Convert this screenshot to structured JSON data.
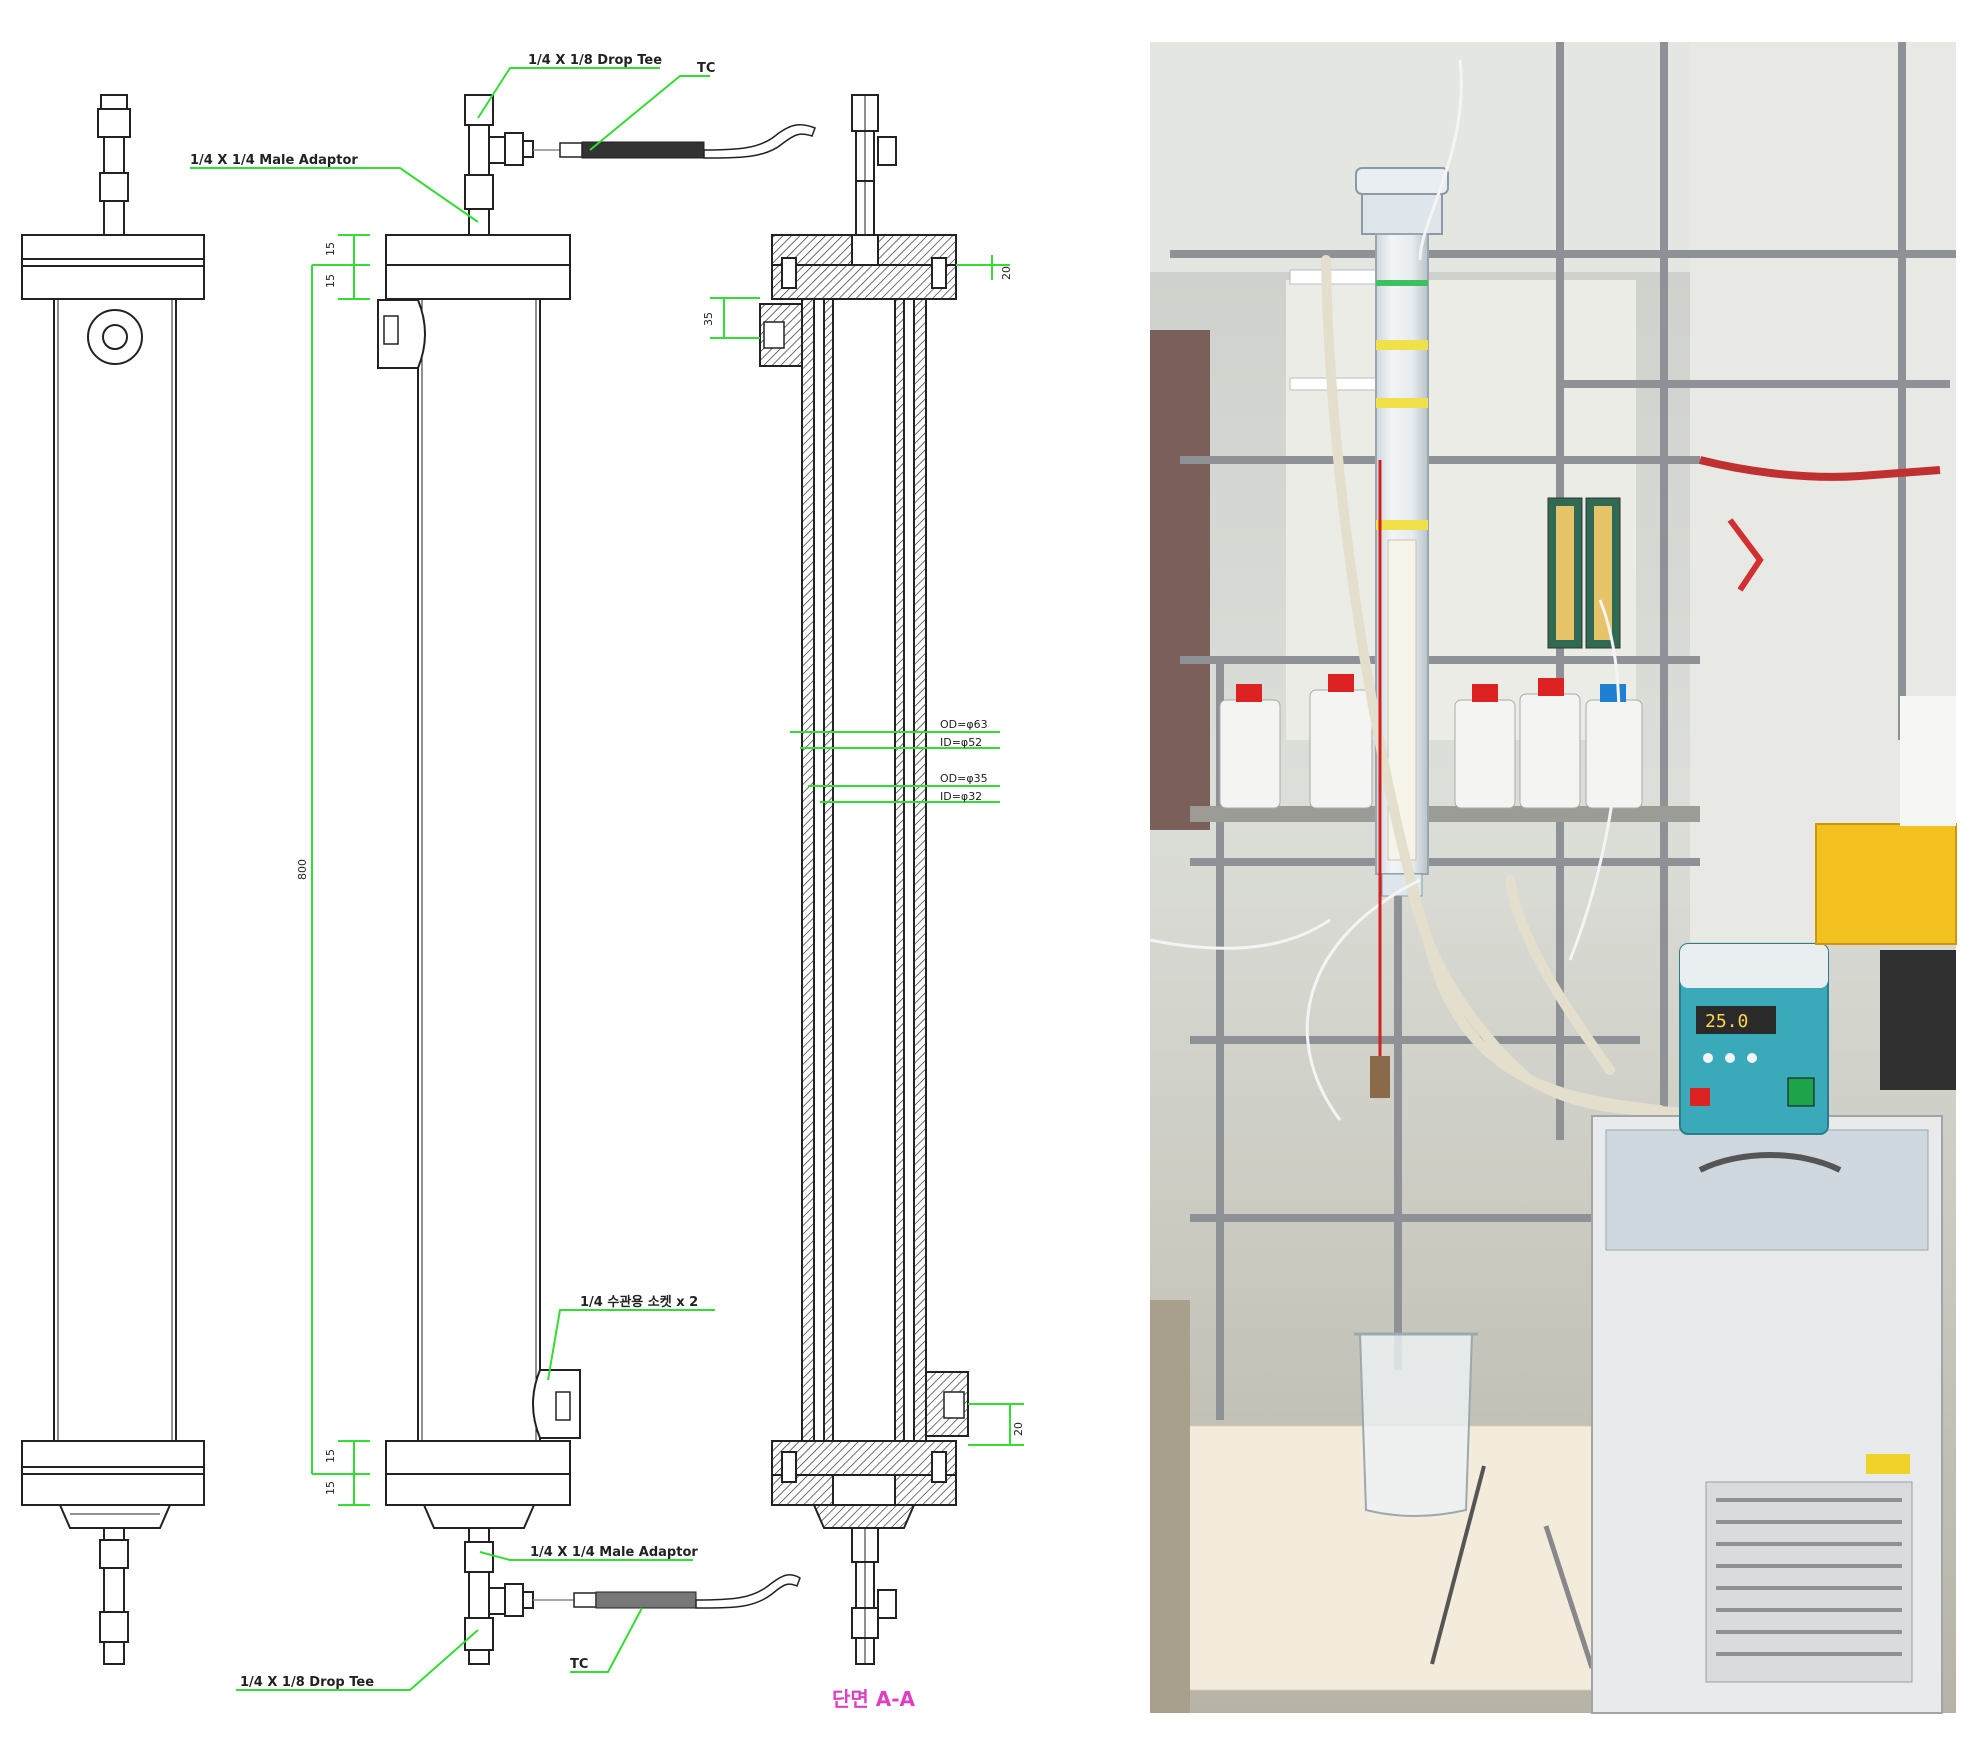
{
  "colors": {
    "leader": "#33dd33",
    "outline": "#222222",
    "section_label": "#e040c0"
  },
  "labels": {
    "tee_top": "1/4 X 1/8 Drop Tee",
    "tc_top": "TC",
    "male_adaptor_top": "1/4 X 1/4 Male Adaptor",
    "port_note": "1/4 수관용 소켓 x 2",
    "male_adaptor_bottom": "1/4 X 1/4 Male Adaptor",
    "tee_bottom": "1/4 X 1/8 Drop Tee",
    "tc_bottom": "TC",
    "section": "단면 A-A"
  },
  "dimensions": {
    "flange_top_1": "15",
    "flange_top_2": "15",
    "length": "800",
    "flange_bot_1": "15",
    "flange_bot_2": "15",
    "nozzle_top": "35",
    "flange_thk": "20",
    "od_outer": "OD=φ63",
    "id_outer": "ID=φ52",
    "od_inner": "OD=φ35",
    "id_inner": "ID=φ32",
    "nozzle_bottom": "20"
  },
  "photo": {
    "icons": [
      "glass-column-icon",
      "rotameter-icon",
      "water-bath-icon",
      "beaker-icon",
      "reagent-bottle-icon"
    ],
    "display_value": "25.0"
  }
}
